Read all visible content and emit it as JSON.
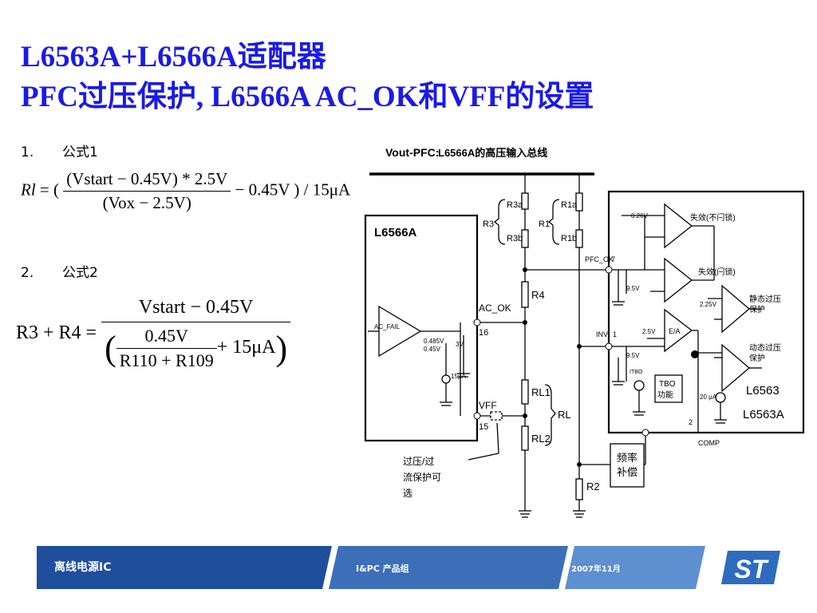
{
  "title": {
    "line1": "L6563A+L6566A适配器",
    "line2": "PFC过压保护, L6566A AC_OK和VFF的设置"
  },
  "items": [
    {
      "num": "1.",
      "label": "公式1"
    },
    {
      "num": "2.",
      "label": "公式2"
    }
  ],
  "formula1": {
    "lhs": "Rl",
    "open": "= (",
    "numerator": "(Vstart − 0.45V) * 2.5V",
    "denominator": "(Vox − 2.5V)",
    "tail": "− 0.45V ) / 15μA"
  },
  "formula2": {
    "lhs": "R3 + R4 =",
    "numerator": "Vstart − 0.45V",
    "inner_numerator": "0.45V",
    "inner_denominator": "R110 + R109",
    "inner_tail": "+ 15μA"
  },
  "circuit": {
    "bus_prefix": "Vout-PFC:",
    "bus_label": "L6566A的高压输入总线",
    "chip_left": "L6566A",
    "chip_right_1": "L6563",
    "chip_right_2": "L6563A",
    "r3a": "R3a",
    "r3b": "R3b",
    "r3": "R3",
    "r1a": "R1a",
    "r1b": "R1b",
    "r1": "R1",
    "r4": "R4",
    "rl1": "RL1",
    "rl2": "RL2",
    "rl": "RL",
    "r2": "R2",
    "ac_ok": "AC_OK",
    "ac_ok_pin": "16",
    "vff": "VFF",
    "vff_pin": "15",
    "ac_fail": "AC_FAIL",
    "v0485": "0.485V",
    "v045": "0.45V",
    "v3": "3V",
    "i15": "15μA",
    "pfc_ok": "PFC_OK",
    "pfc_ok_pin": "7",
    "inv": "INV",
    "inv_pin": "1",
    "comp": "COMP",
    "comp_pin": "2",
    "v026": "0.26V",
    "v225": "2.25V",
    "v25": "2.5V",
    "v95a": "9.5V",
    "v95b": "9.5V",
    "ea": "E/A",
    "itbo": "ITBO",
    "i20": "20 μA",
    "fail_nolatch": "失效(不闩锁)",
    "fail_latch": "失效(闩锁)",
    "static_ovp_1": "静态过压",
    "static_ovp_2": "保护",
    "dynamic_ovp_1": "动态过压",
    "dynamic_ovp_2": "保护",
    "tbo_1": "TBO",
    "tbo_2": "功能",
    "freq_comp_1": "频率",
    "freq_comp_2": "补偿",
    "opt_1": "过压/过",
    "opt_2": "流保护可",
    "opt_3": "选"
  },
  "footer": {
    "section1": "离线电源IC",
    "section2": "I&PC 产品组",
    "section3": "2007年11月",
    "logo": "ST"
  },
  "colors": {
    "title": "#1a1ae6",
    "footer_dark": "#1f4e9c",
    "footer_mid": "#3c6fb8",
    "footer_light": "#5e8fd0",
    "logo": "#2d6cc0"
  }
}
